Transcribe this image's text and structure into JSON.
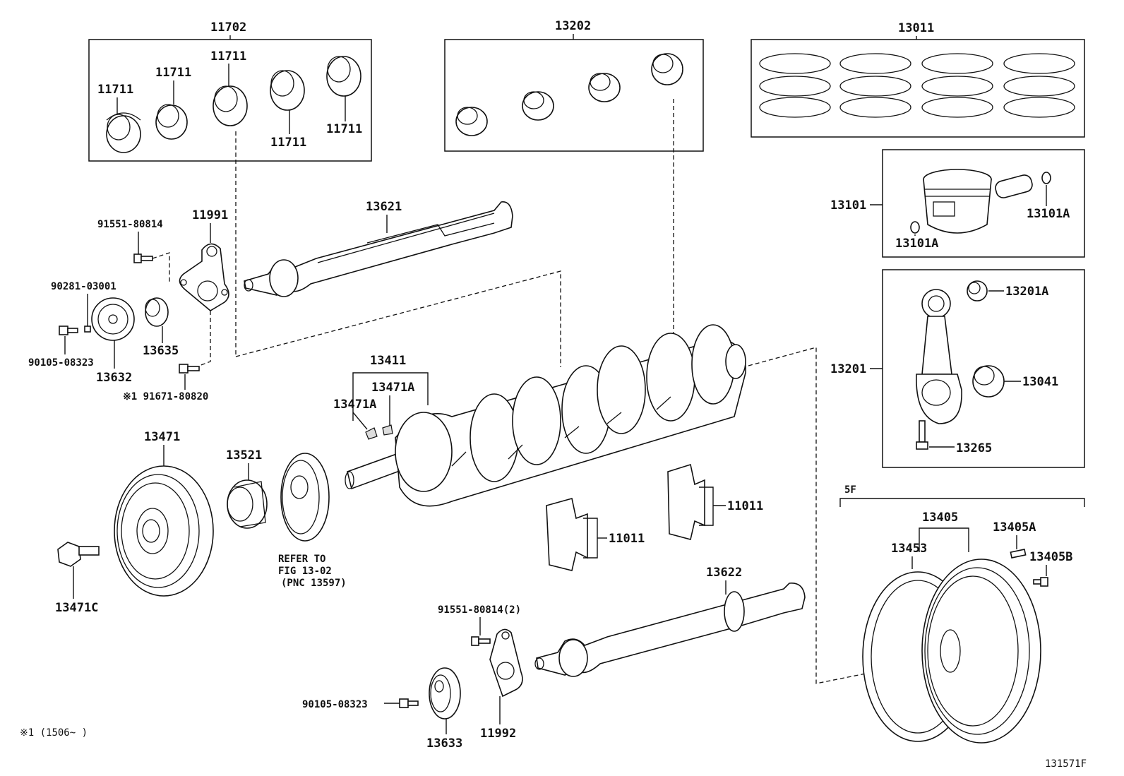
{
  "labels": {
    "p11702": "11702",
    "p11711_a": "11711",
    "p11711_b": "11711",
    "p11711_c": "11711",
    "p11711_d": "11711",
    "p11711_e": "11711",
    "p13202": "13202",
    "p13011": "13011",
    "p13101": "13101",
    "p13101A_a": "13101A",
    "p13101A_b": "13101A",
    "p13201A": "13201A",
    "p13201": "13201",
    "p13041": "13041",
    "p13265": "13265",
    "p13621": "13621",
    "p11991": "11991",
    "p91551_80814": "91551-80814",
    "p90281_03001": "90281-03001",
    "p13635": "13635",
    "p90105_08323_a": "90105-08323",
    "p13632": "13632",
    "p91671_80820": "※1 91671-80820",
    "p13411": "13411",
    "p13471A_a": "13471A",
    "p13471A_b": "13471A",
    "p13471": "13471",
    "p13521": "13521",
    "p13471C": "13471C",
    "p11011_a": "11011",
    "p11011_b": "11011",
    "p13622": "13622",
    "p91551_80814_2": "91551-80814(2)",
    "p90105_08323_b": "90105-08323",
    "p13633": "13633",
    "p11992": "11992",
    "p5F": "5F",
    "p13405": "13405",
    "p13405A": "13405A",
    "p13453": "13453",
    "p13405B": "13405B"
  },
  "refer": {
    "line1": "REFER TO",
    "line2": "FIG 13-02",
    "line3": "(PNC 13597)"
  },
  "footnote": "※1 (1506~        )",
  "figure_id": "131571F"
}
